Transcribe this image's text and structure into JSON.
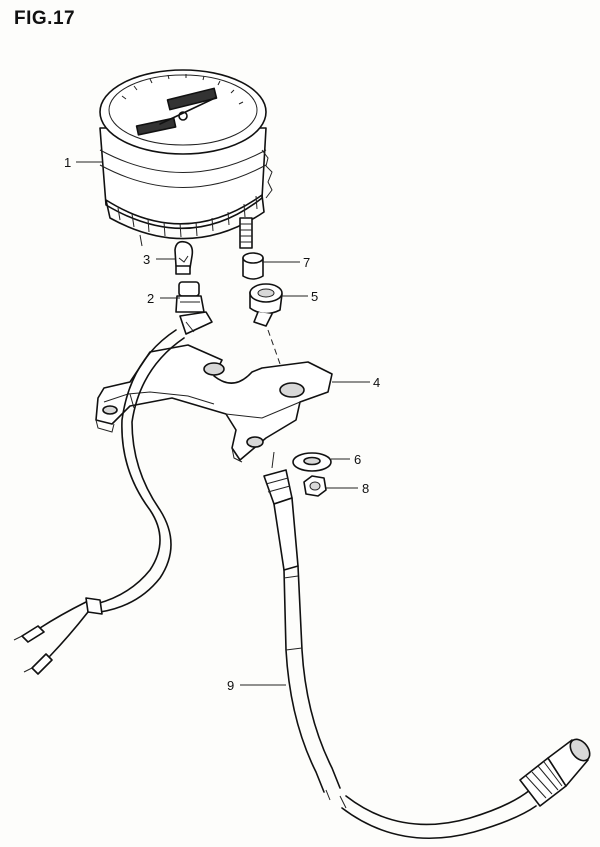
{
  "figure": {
    "title": "FIG.17"
  },
  "callouts": [
    {
      "id": "1",
      "label": "1"
    },
    {
      "id": "2",
      "label": "2"
    },
    {
      "id": "3",
      "label": "3"
    },
    {
      "id": "4",
      "label": "4"
    },
    {
      "id": "5",
      "label": "5"
    },
    {
      "id": "6",
      "label": "6"
    },
    {
      "id": "7",
      "label": "7"
    },
    {
      "id": "8",
      "label": "8"
    },
    {
      "id": "9",
      "label": "9"
    }
  ]
}
